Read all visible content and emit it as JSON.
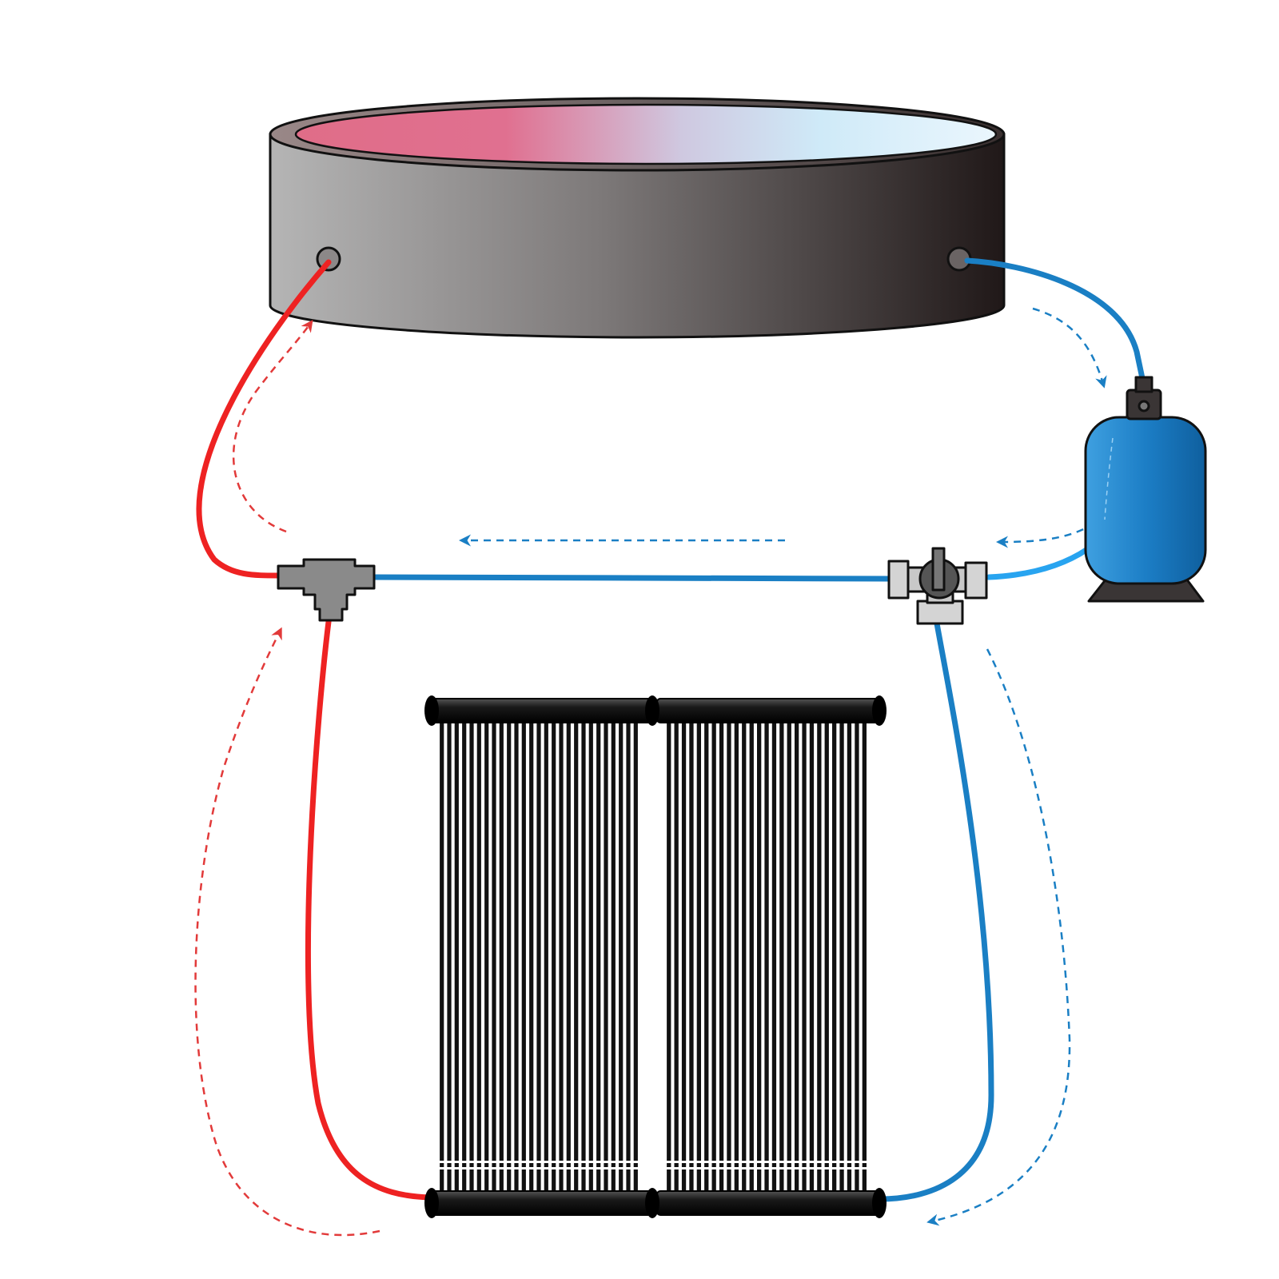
{
  "diagram": {
    "components": [
      {
        "id": "pool",
        "icon": "above-ground-pool-icon"
      },
      {
        "id": "sand-filter-pump",
        "icon": "sand-filter-icon"
      },
      {
        "id": "three-way-valve",
        "icon": "valve-icon"
      },
      {
        "id": "tee-connector",
        "icon": "tee-fitting-icon"
      },
      {
        "id": "solar-collector-left",
        "icon": "solar-panel-icon"
      },
      {
        "id": "solar-collector-right",
        "icon": "solar-panel-icon"
      }
    ],
    "colors": {
      "hot_pipe": "#ee2222",
      "cold_pipe": "#1a7fc4",
      "filter_body": "#1e7cc2",
      "pool_wall_light": "#b3b3b3",
      "pool_wall_dark": "#221a1a",
      "panel": "#111111",
      "fitting": "#8a8a8a"
    }
  }
}
